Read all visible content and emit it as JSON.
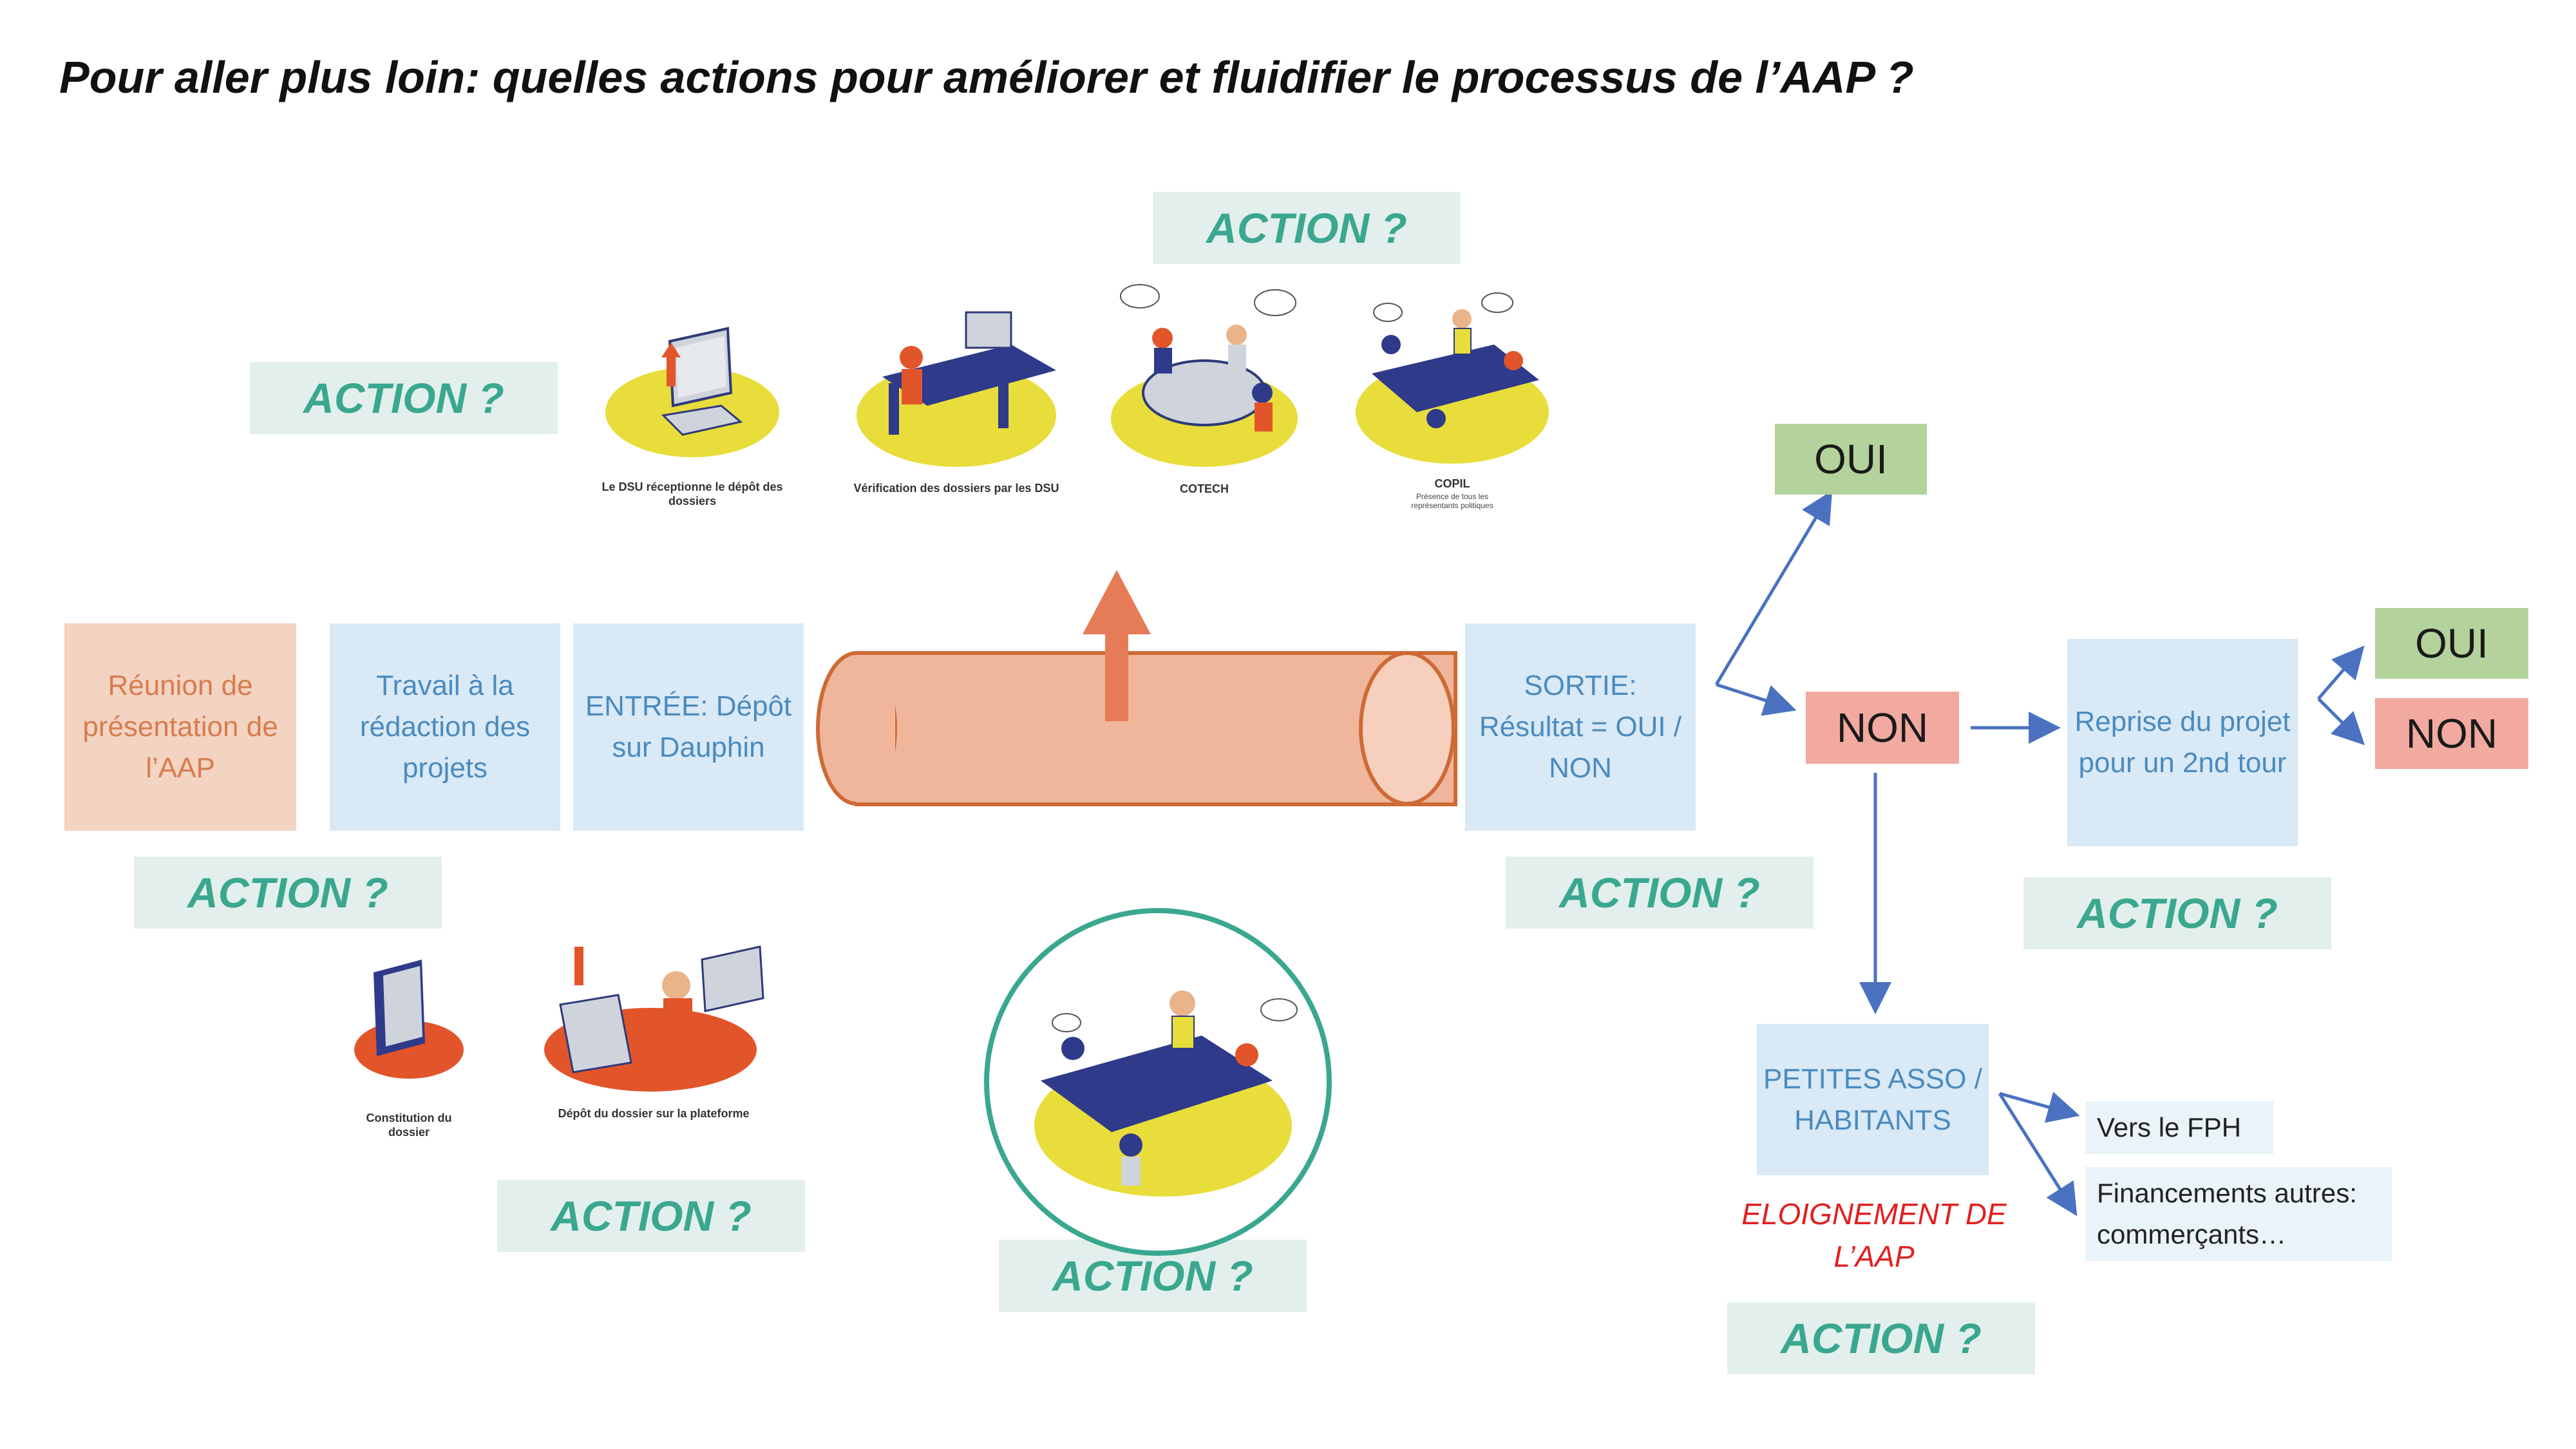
{
  "title": "Pour aller plus loin: quelles actions pour améliorer et fluidifier le processus de l’AAP ?",
  "action_label": "ACTION ?",
  "steps": {
    "reunion": "Réunion de présentation de l’AAP",
    "travail": "Travail à la rédaction des projets",
    "entree": "ENTRÉE: Dépôt sur Dauphin",
    "sortie": "SORTIE: Résultat = OUI / NON",
    "reprise": "Reprise du projet pour un 2nd tour",
    "petites": "PETITES ASSO / HABITANTS"
  },
  "decisions": {
    "oui_top": "OUI",
    "non_mid": "NON",
    "oui_right": "OUI",
    "non_right": "NON"
  },
  "eloignement": "ELOIGNEMENT DE L’AAP",
  "outcomes": {
    "fph": "Vers le FPH",
    "financements": "Financements autres: commerçants…"
  },
  "illustrations": {
    "dsu_reception": "Le DSU réceptionne le dépôt des dossiers",
    "verification": "Vérification des dossiers par les DSU",
    "cotech": "COTECH",
    "copil": "COPIL",
    "copil_sub": "Présence de tous les représentants politiques",
    "constitution": "Constitution du dossier",
    "depot": "Dépôt du dossier sur la plateforme"
  },
  "colors": {
    "action_bg": "#e3efec",
    "action_text": "#3aa78f",
    "blue_box": "#d9e9f5",
    "peach_box": "#f3d3c2",
    "pipe": "#f0b69c",
    "arrow": "#4a72c0",
    "oui": "#b3d29c",
    "non": "#f2a9a0"
  }
}
